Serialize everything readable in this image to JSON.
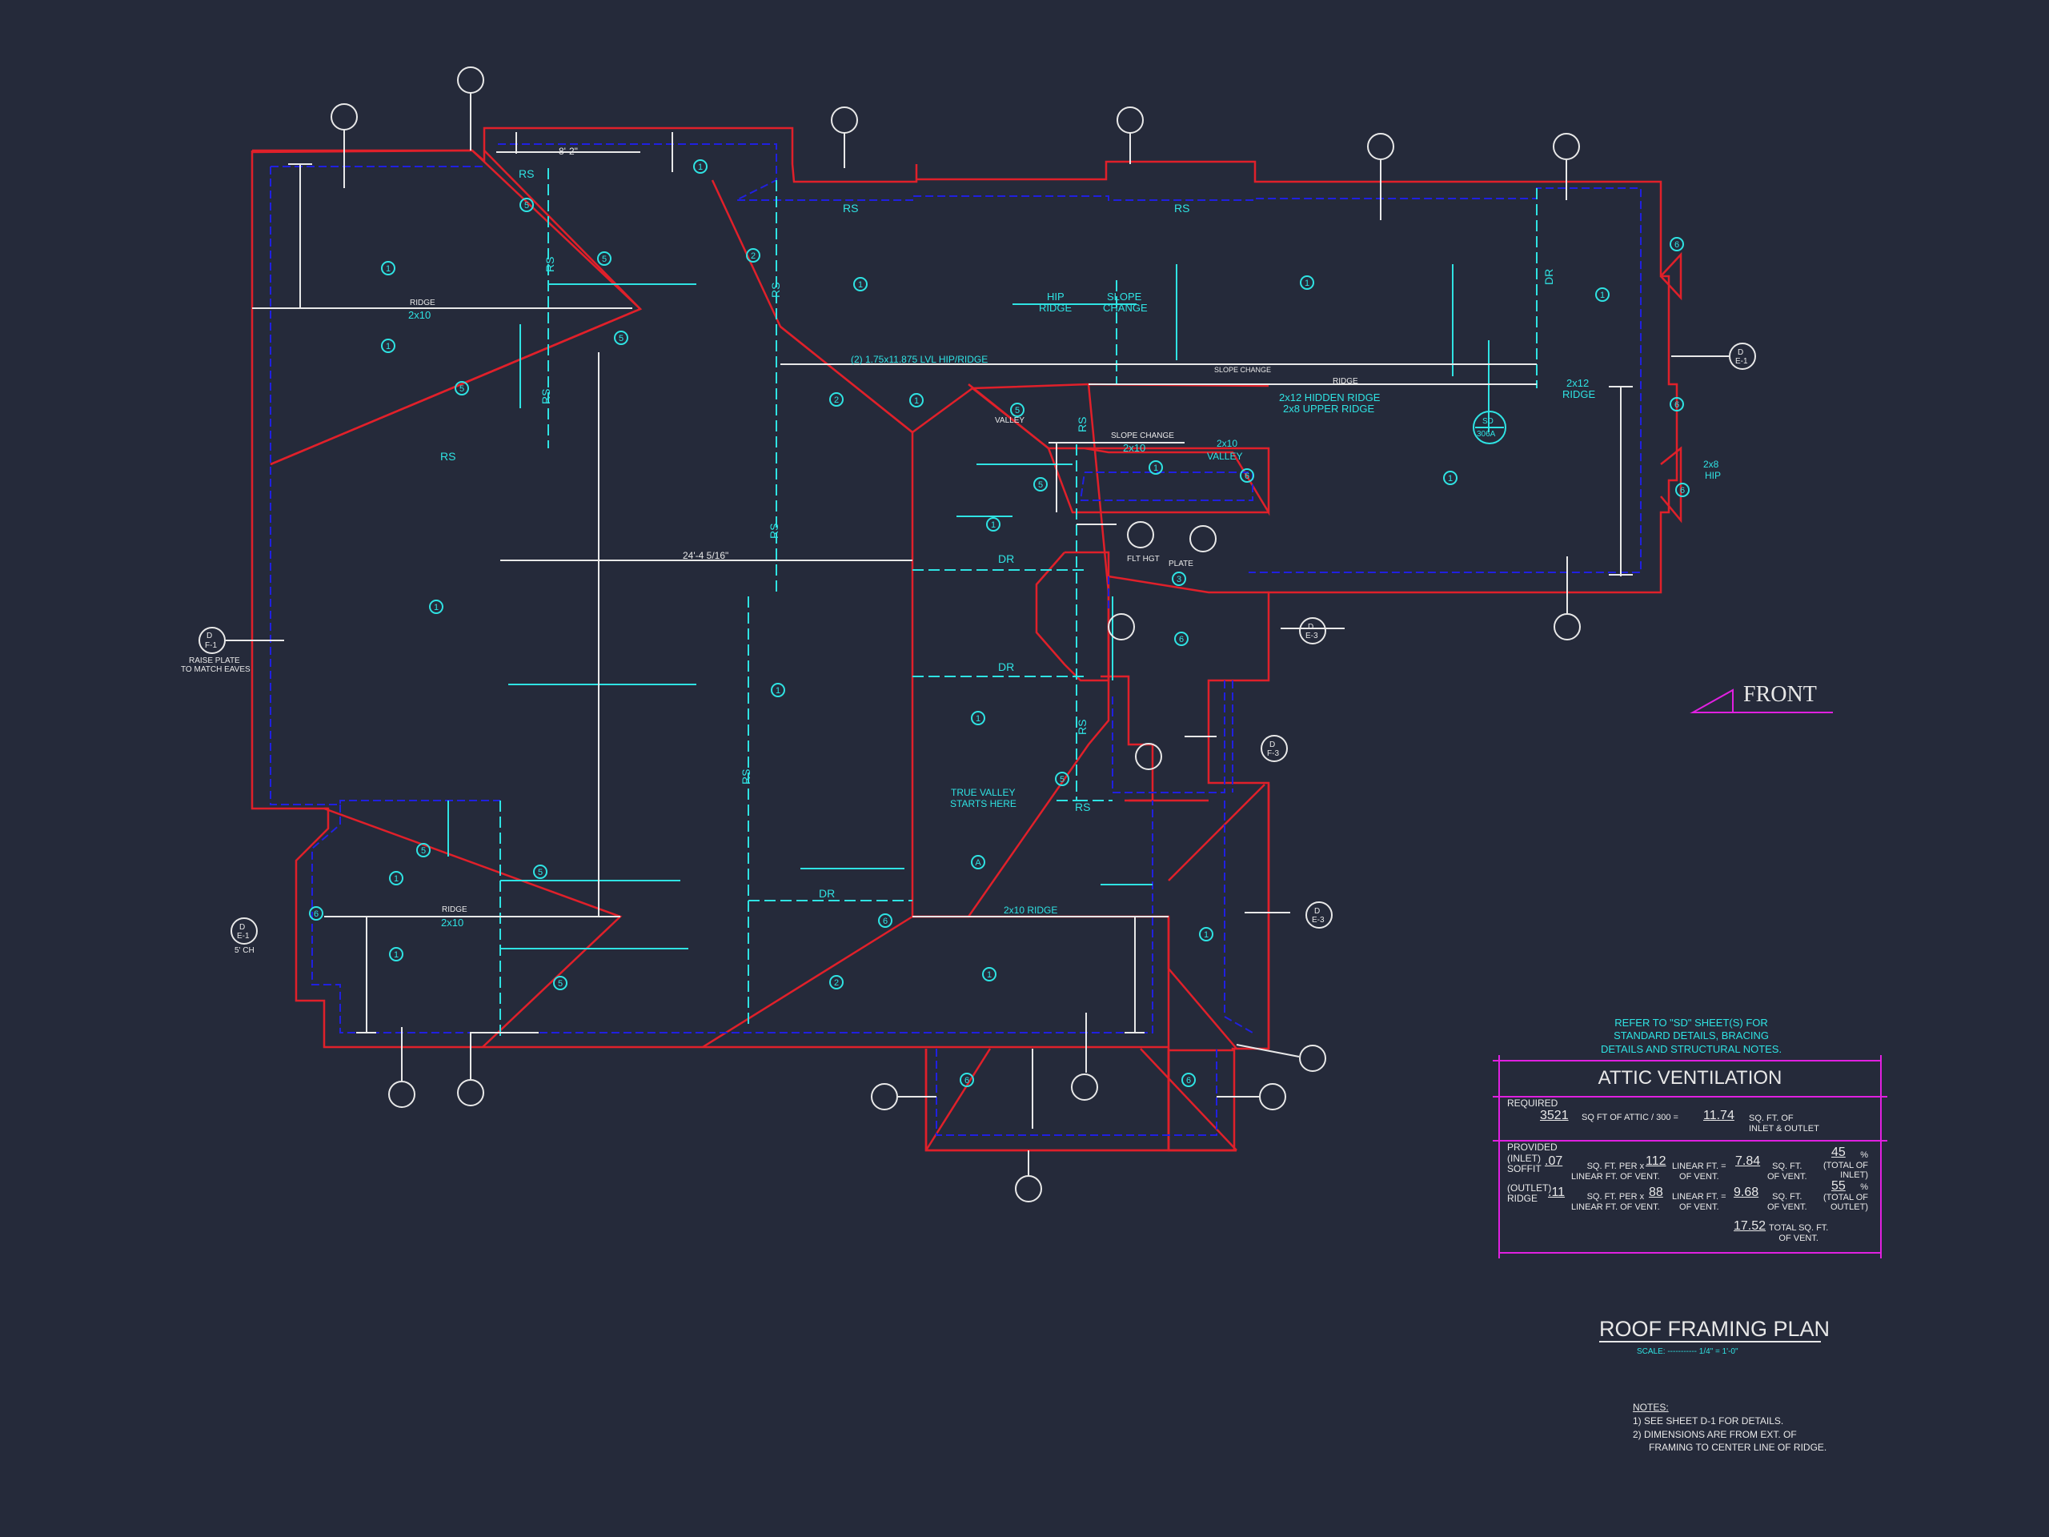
{
  "title": {
    "main": "ROOF FRAMING PLAN",
    "scale": "SCALE: ----------- 1/4\" = 1'-0\""
  },
  "front_label": "FRONT",
  "refer_note": [
    "REFER TO \"SD\" SHEET(S) FOR",
    "STANDARD DETAILS, BRACING",
    "DETAILS AND STRUCTURAL NOTES."
  ],
  "notes": {
    "heading": "NOTES:",
    "items": [
      "1)  SEE SHEET D-1 FOR DETAILS.",
      "2)  DIMENSIONS ARE FROM EXT. OF",
      "FRAMING TO CENTER LINE OF RIDGE."
    ]
  },
  "attic": {
    "title": "ATTIC VENTILATION",
    "required_label": "REQUIRED",
    "required_attic": "3521",
    "required_text": "SQ FT OF ATTIC / 300 =",
    "required_vent": "11.74",
    "required_units": [
      "SQ. FT. OF",
      "INLET & OUTLET"
    ],
    "provided_label": "PROVIDED",
    "inlet_label": [
      "(INLET)",
      "SOFFIT"
    ],
    "inlet_per": ".07",
    "per_text": [
      "SQ. FT. PER x",
      "LINEAR FT. OF VENT."
    ],
    "inlet_len": "112",
    "lin_text": [
      "LINEAR FT. =",
      "OF VENT."
    ],
    "inlet_area": "7.84",
    "sqft_text": [
      "SQ. FT.",
      "OF VENT."
    ],
    "inlet_pct": "45",
    "inlet_pct_text": [
      "%",
      "(TOTAL OF",
      "INLET)"
    ],
    "outlet_label": [
      "(OUTLET)",
      "RIDGE"
    ],
    "outlet_per": ".11",
    "outlet_len": "88",
    "outlet_area": "9.68",
    "outlet_pct": "55",
    "outlet_pct_text": [
      "%",
      "(TOTAL OF",
      "OUTLET)"
    ],
    "total": "17.52",
    "total_text": [
      "TOTAL SQ. FT.",
      "OF VENT."
    ]
  },
  "labels_cyan": [
    {
      "id": "rs-1",
      "text": "RS"
    },
    {
      "id": "rs-2",
      "text": "RS"
    },
    {
      "id": "rs-3",
      "text": "RS"
    },
    {
      "id": "rs-4",
      "text": "RS"
    },
    {
      "id": "rs-5",
      "text": "RS"
    },
    {
      "id": "rs-6",
      "text": "RS"
    },
    {
      "id": "rs-7",
      "text": "RS"
    },
    {
      "id": "rs-8",
      "text": "RS"
    },
    {
      "id": "rs-9",
      "text": "RS"
    },
    {
      "id": "rs-10",
      "text": "RS"
    },
    {
      "id": "rs-11",
      "text": "RS"
    },
    {
      "id": "rs-12",
      "text": "RS"
    },
    {
      "id": "dr-1",
      "text": "DR"
    },
    {
      "id": "dr-2",
      "text": "DR"
    },
    {
      "id": "dr-3",
      "text": "DR"
    },
    {
      "id": "dr-4",
      "text": "DR"
    },
    {
      "id": "ridge-2x10-a",
      "text": "2x10"
    },
    {
      "id": "ridge-2x10-b",
      "text": "2x10"
    },
    {
      "id": "hip-ridge",
      "text": "HIP"
    },
    {
      "id": "hip-ridge-2",
      "text": "RIDGE"
    },
    {
      "id": "slope-change-1",
      "text": "SLOPE"
    },
    {
      "id": "slope-change-2",
      "text": "CHANGE"
    },
    {
      "id": "lvl",
      "text": "(2) 1.75x11.875 LVL HIP/RIDGE"
    },
    {
      "id": "hidden-ridge",
      "text": "2x12 HIDDEN RIDGE"
    },
    {
      "id": "upper-ridge",
      "text": "2x8 UPPER RIDGE"
    },
    {
      "id": "ridge-2x12-a",
      "text": "2x12"
    },
    {
      "id": "ridge-2x12-b",
      "text": "RIDGE"
    },
    {
      "id": "slope-2x10",
      "text": "2x10"
    },
    {
      "id": "valley-2x10-a",
      "text": "2x10"
    },
    {
      "id": "valley-2x10-b",
      "text": "VALLEY"
    },
    {
      "id": "hip-2x8-a",
      "text": "2x8"
    },
    {
      "id": "hip-2x8-b",
      "text": "HIP"
    },
    {
      "id": "true-valley-1",
      "text": "TRUE VALLEY"
    },
    {
      "id": "true-valley-2",
      "text": "STARTS HERE"
    },
    {
      "id": "ridge-2x10-c",
      "text": "2x10 RIDGE"
    },
    {
      "id": "sd-1",
      "text": "SD"
    },
    {
      "id": "sd-2",
      "text": "306A"
    }
  ],
  "labels_white": [
    {
      "id": "dim-8-2",
      "text": "8'-2\""
    },
    {
      "id": "dim-24-4",
      "text": "24'-4 5/16\""
    },
    {
      "id": "raise-plate-1",
      "text": "RAISE PLATE"
    },
    {
      "id": "raise-plate-2",
      "text": "TO MATCH EAVES"
    },
    {
      "id": "ridge-w-1",
      "text": "RIDGE"
    },
    {
      "id": "ridge-w-2",
      "text": "RIDGE"
    },
    {
      "id": "ridge-w-3",
      "text": "RIDGE"
    },
    {
      "id": "slope-change-w-1",
      "text": "SLOPE CHANGE"
    },
    {
      "id": "slope-change-w-2",
      "text": "SLOPE CHANGE"
    },
    {
      "id": "flt-hgt",
      "text": "FLT HGT"
    },
    {
      "id": "plate-w",
      "text": "PLATE"
    },
    {
      "id": "valley-w",
      "text": "VALLEY"
    },
    {
      "id": "ch-5",
      "text": "5' CH"
    }
  ],
  "callouts_cyan": [
    "1",
    "2",
    "3",
    "5",
    "6",
    "A"
  ],
  "detail_tags": [
    {
      "id": "tag-1",
      "top": "D",
      "bottom": "E-1"
    },
    {
      "id": "tag-2",
      "top": "D",
      "bottom": "F-1"
    },
    {
      "id": "tag-3",
      "top": "D",
      "bottom": "E-3"
    },
    {
      "id": "tag-4",
      "top": "D",
      "bottom": "F-3"
    },
    {
      "id": "tag-5",
      "top": "D",
      "bottom": "E-3"
    },
    {
      "id": "tag-6",
      "top": "D",
      "bottom": "E-1"
    }
  ]
}
